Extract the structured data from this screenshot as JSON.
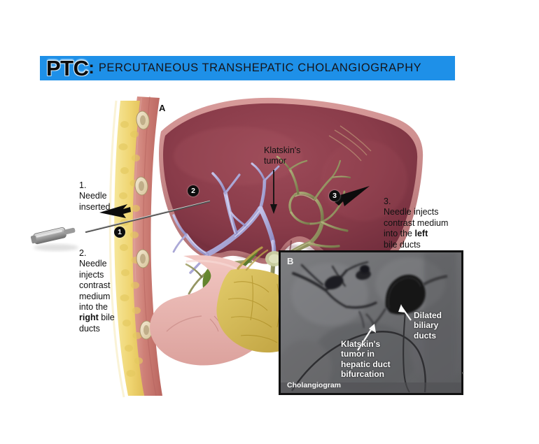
{
  "title": {
    "abbr": "PTC",
    "colon": ":",
    "full": "PERCUTANEOUS TRANSHEPATIC CHOLANGIOGRAPHY",
    "banner_color": "#1E90E8"
  },
  "panels": {
    "a_letter": "A",
    "b_letter": "B",
    "b_caption": "Cholangiogram"
  },
  "callouts": [
    {
      "id": "callout-1",
      "marker": "1",
      "text": "1.\nNeedle\ninserted"
    },
    {
      "id": "callout-2",
      "marker": "2",
      "text_before": "2.\nNeedle\ninjects\ncontrast\nmedium\ninto the\n",
      "text_bold": "right",
      "text_after": " bile\nducts"
    },
    {
      "id": "callout-3",
      "marker": "3",
      "text_before": "3.\nNeedle injects\ncontrast medium\ninto the ",
      "text_bold": "left",
      "text_after": "\nbile ducts"
    }
  ],
  "markers": {
    "one": "1",
    "two": "2",
    "three": "3"
  },
  "anatomy_labels": {
    "klatskin_tumor": "Klatskin's\ntumor"
  },
  "inset_labels": {
    "dilated_ducts": "Dilated\nbiliary\nducts",
    "klatskin_tumor_bifurcation": "Klatskin's\ntumor in\nhepatic duct\nbifurcation"
  },
  "colors": {
    "banner_blue": "#1E90E8",
    "liver_maroon": "#8B3F4E",
    "liver_capsule": "#C98A8C",
    "right_bile_ducts_contrast": "#A8A6D8",
    "left_bile_ducts": "#8E9160",
    "gallbladder_green": "#5C7A2E",
    "fat_yellow": "#F0D978",
    "muscle_pink": "#D18A85",
    "rib_cream": "#EADCC0",
    "duodenum_pink": "#E8B2AE",
    "omentum_yellow": "#D9BE5A",
    "xray_grey": "#6F7073",
    "text_black": "#111111"
  }
}
